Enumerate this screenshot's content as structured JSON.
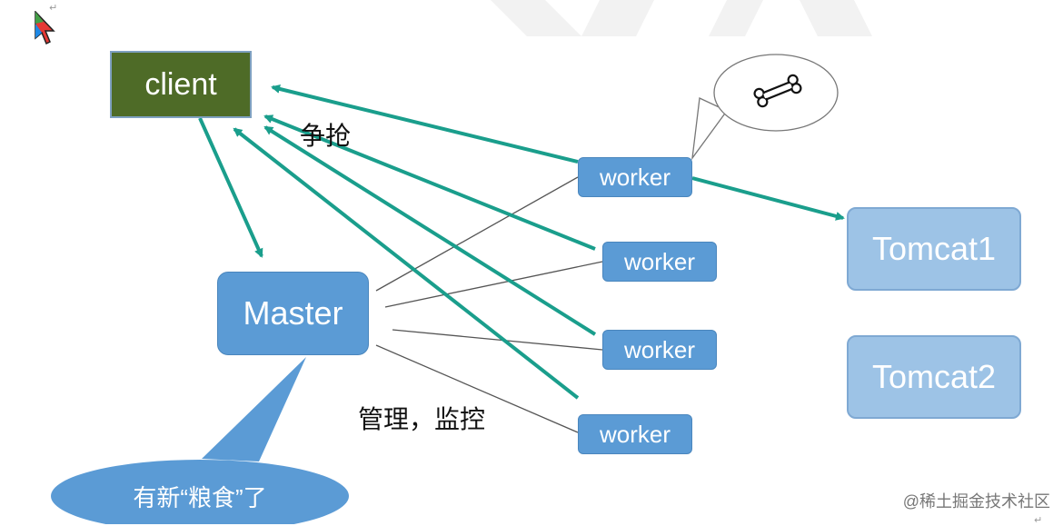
{
  "nodes": {
    "client": "client",
    "master": "Master",
    "workers": [
      "worker",
      "worker",
      "worker",
      "worker"
    ],
    "tomcats": [
      "Tomcat1",
      "Tomcat2"
    ]
  },
  "labels": {
    "compete": "争抢",
    "manage": "管理，监控",
    "new_food": "有新“粮食”了"
  },
  "icons": {
    "bone": "bone-icon",
    "cursor": "mouse-cursor-icon"
  },
  "watermark": "@稀土掘金技术社区",
  "colors": {
    "arrow": "#1a9e8c",
    "client": "#4e6b27",
    "master": "#5b9bd5",
    "tomcat": "#9dc3e6"
  }
}
